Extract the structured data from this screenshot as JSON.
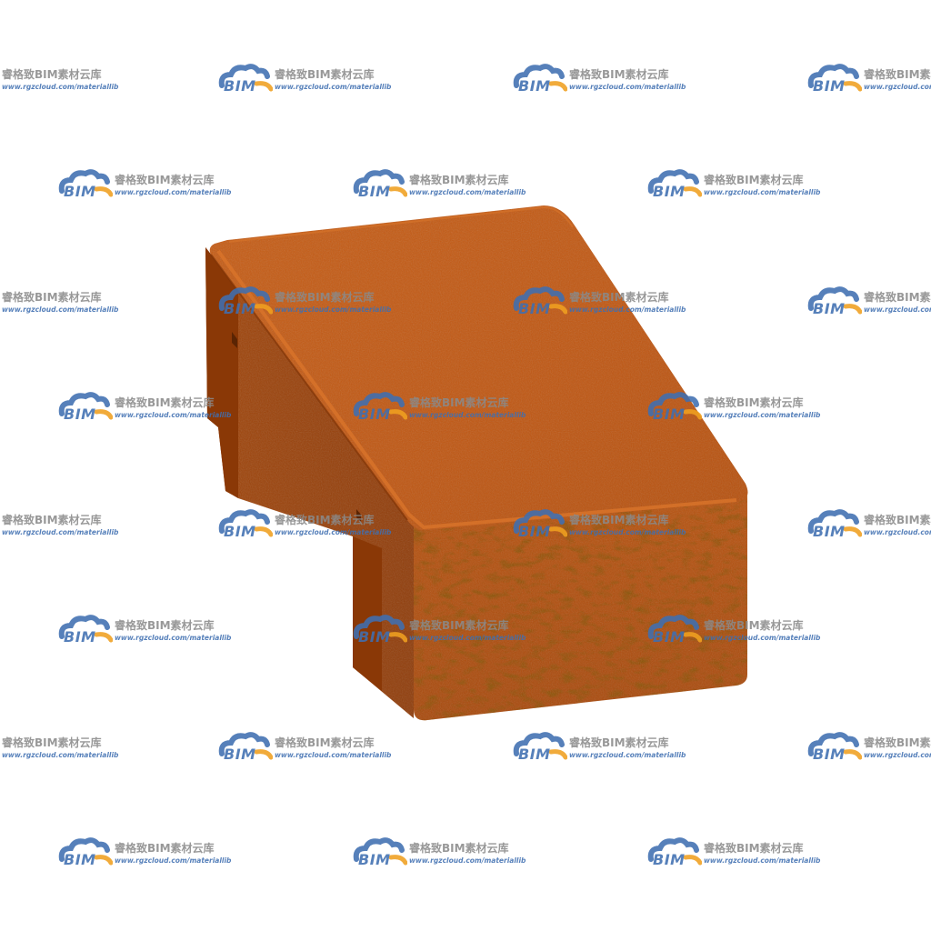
{
  "watermark": {
    "logo_text": "BIM",
    "title": "睿格致BIM素材云库",
    "url": "www.rgzcloud.com/materiallib"
  },
  "colors": {
    "brick_top": "#c0570f",
    "brick_front": "#b14d0b",
    "brick_side": "#9c4209",
    "brick_edge": "#d9742a",
    "logo_blue": "#3f6fb1",
    "logo_orange": "#f0a020",
    "title_gray": "#8a8a8a"
  },
  "icons": {
    "watermark_logo": "cloud-logo-icon"
  }
}
